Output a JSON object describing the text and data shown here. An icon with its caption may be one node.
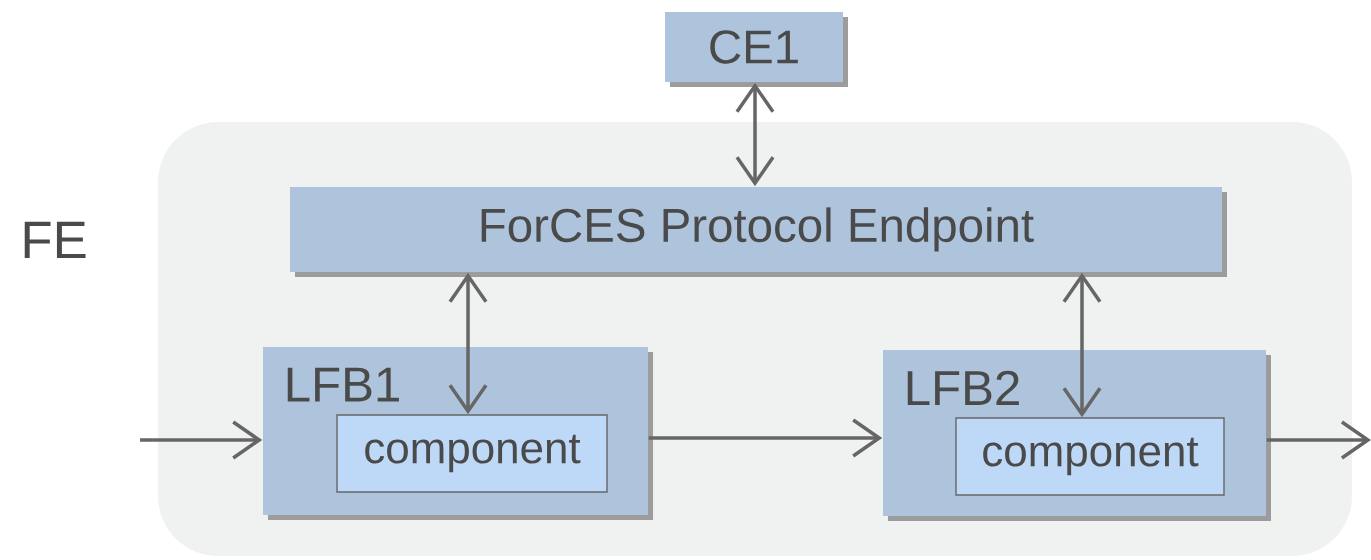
{
  "diagram": {
    "nodes": [
      {
        "text": [
          "FE"
        ]
      },
      {
        "text": [
          "CE1"
        ]
      },
      {
        "text": [
          "ForCES Protocol Endpoint"
        ],
        "in": 0
      },
      {
        "text": [
          "LFB1"
        ],
        "in": 0
      },
      {
        "text": [
          "component"
        ],
        "in": 3
      },
      {
        "text": [
          "LFB2"
        ],
        "in": 0
      },
      {
        "text": [
          "component"
        ],
        "in": 5
      }
    ],
    "edges": [
      {
        "from": 1,
        "to": 2,
        "arrow": "both"
      },
      {
        "from": 2,
        "to": 4,
        "arrow": "both"
      },
      {
        "from": 2,
        "to": 6,
        "arrow": "both"
      },
      {
        "from": null,
        "to": 3,
        "arrow": "to"
      },
      {
        "from": 3,
        "to": 5,
        "arrow": "to"
      },
      {
        "from": 5,
        "to": null,
        "arrow": "to"
      }
    ]
  }
}
